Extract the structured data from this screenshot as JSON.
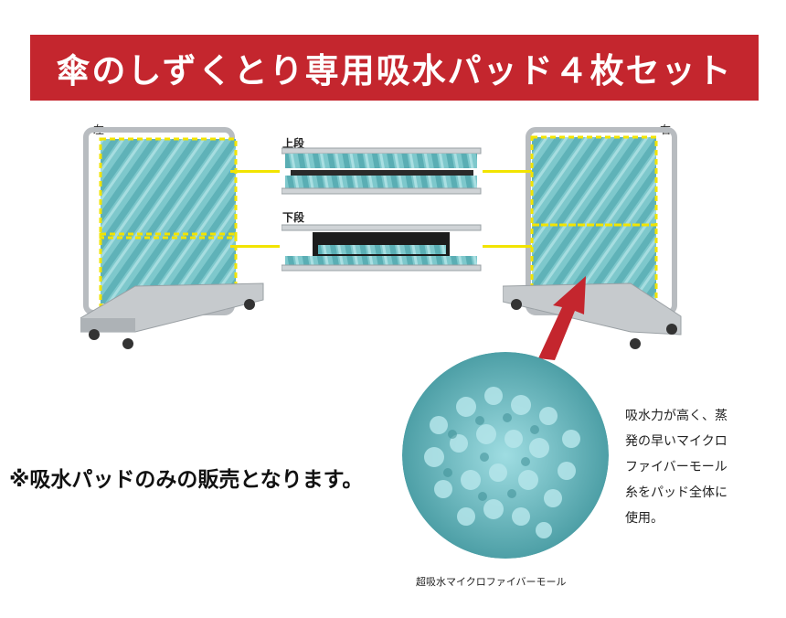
{
  "banner": {
    "title": "傘のしずくとり専用吸水パッド４枚セット",
    "color": "#c4262e"
  },
  "labels": {
    "left": "左",
    "right": "右",
    "upper": "上段",
    "lower": "下段"
  },
  "note": "※吸水パッドのみの販売となります。",
  "description": {
    "lines": [
      "吸水力が高く、蒸",
      "発の早いマイクロ",
      "ファイバーモール",
      "糸をパッド全体に",
      "使用。"
    ]
  },
  "closeup_caption": "超吸水マイクロファイバーモール",
  "colors": {
    "pad": "#7ec8cc",
    "highlight": "#f2e400",
    "arrow": "#c4262e",
    "frame": "#b8bcc0"
  },
  "icons": {
    "arrow": "red-arrow-icon"
  }
}
